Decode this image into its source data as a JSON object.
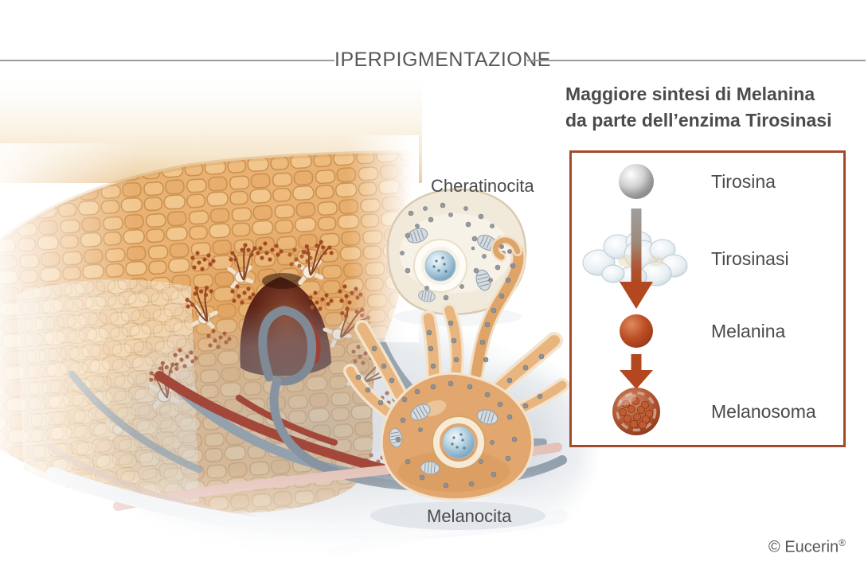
{
  "header": {
    "title": "IPERPIGMENTAZIONE"
  },
  "intro": {
    "line1": "Maggiore sintesi di Melanina",
    "line2": "da parte dell’enzima Tirosinasi"
  },
  "cell_labels": {
    "keratinocyte": "Cheratinocita",
    "melanocyte": "Melanocita"
  },
  "legend": {
    "items": [
      {
        "label": "Tirosina",
        "icon": "tyrosine-sphere-icon"
      },
      {
        "label": "Tirosinasi",
        "icon": "tyrosinase-enzyme-icon"
      },
      {
        "label": "Melanina",
        "icon": "melanin-sphere-icon"
      },
      {
        "label": "Melanosoma",
        "icon": "melanosome-icon"
      }
    ]
  },
  "footer": {
    "brand": "© Eucerin",
    "registered": "®"
  },
  "colors": {
    "legend_border": "#A34A2B",
    "process_arrow": "#B3471F",
    "melanin": "#B04B24",
    "rule_line": "#9B9B9B",
    "heading_text": "#4B4B4D"
  }
}
